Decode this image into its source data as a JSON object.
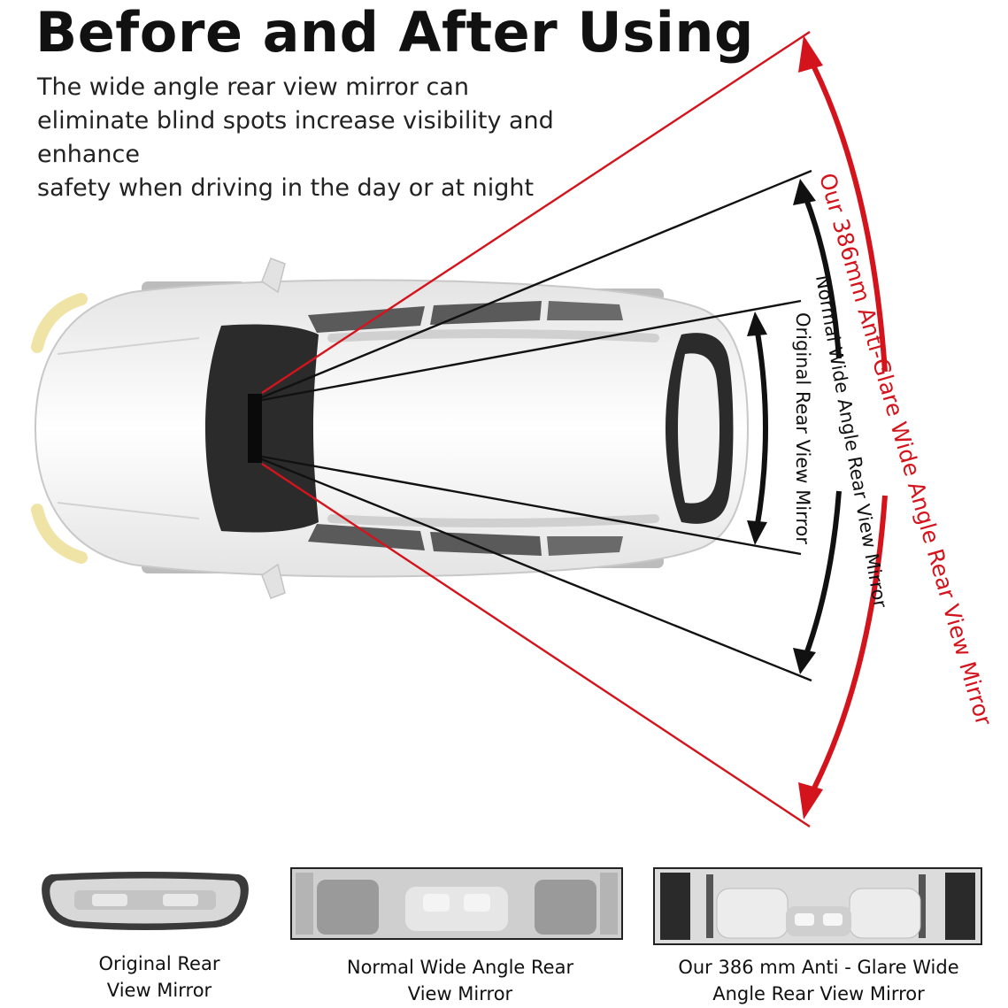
{
  "header": {
    "title": "Before and After Using",
    "subtitle_lines": [
      "The wide angle rear view mirror can",
      "eliminate blind spots increase visibility and enhance",
      "safety when driving in the day or at night"
    ]
  },
  "diagram": {
    "arc_labels": {
      "original": "Original Rear View Mirror",
      "normal": "Normal Wide Angle Rear View Mirror",
      "ours": "Our 386mm Anti-Glare Wide Angle Rear View Mirror"
    },
    "colors": {
      "accent_red": "#d4141c",
      "line_black": "#111111"
    }
  },
  "mirrors": [
    {
      "caption_lines": [
        "Original Rear",
        "View Mirror"
      ]
    },
    {
      "caption_lines": [
        "Normal Wide Angle Rear",
        "View Mirror"
      ]
    },
    {
      "caption_lines": [
        "Our 386 mm Anti - Glare Wide",
        "Angle Rear View Mirror"
      ]
    }
  ]
}
